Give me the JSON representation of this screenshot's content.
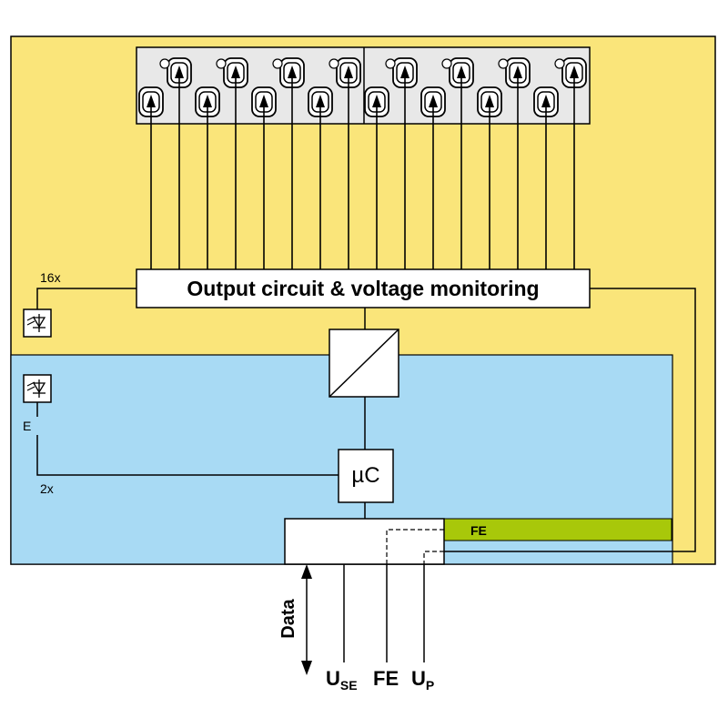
{
  "colors": {
    "outer_area": "#fae57a",
    "inner_area": "#a8daf4",
    "fe_bar": "#a8c80a",
    "box_fill": "#ffffff",
    "connector_fill": "#e8e8e8",
    "line": "#000000"
  },
  "diagram": {
    "output_block_label": "Output circuit & voltage monitoring",
    "uc_label": "µC",
    "led_top_count": "16x",
    "led_bottom_letter": "E",
    "led_bottom_count": "2x",
    "fe_bar_label": "FE",
    "data_label": "Data",
    "terminals": {
      "use_main": "U",
      "use_sub": "SE",
      "fe": "FE",
      "up_main": "U",
      "up_sub": "P"
    },
    "icons": {
      "led_icon": "led-diode-icon",
      "converter_icon": "dc-dc-converter-icon",
      "connector_icon": "terminal-connector-icon"
    },
    "output_channels": 16
  }
}
